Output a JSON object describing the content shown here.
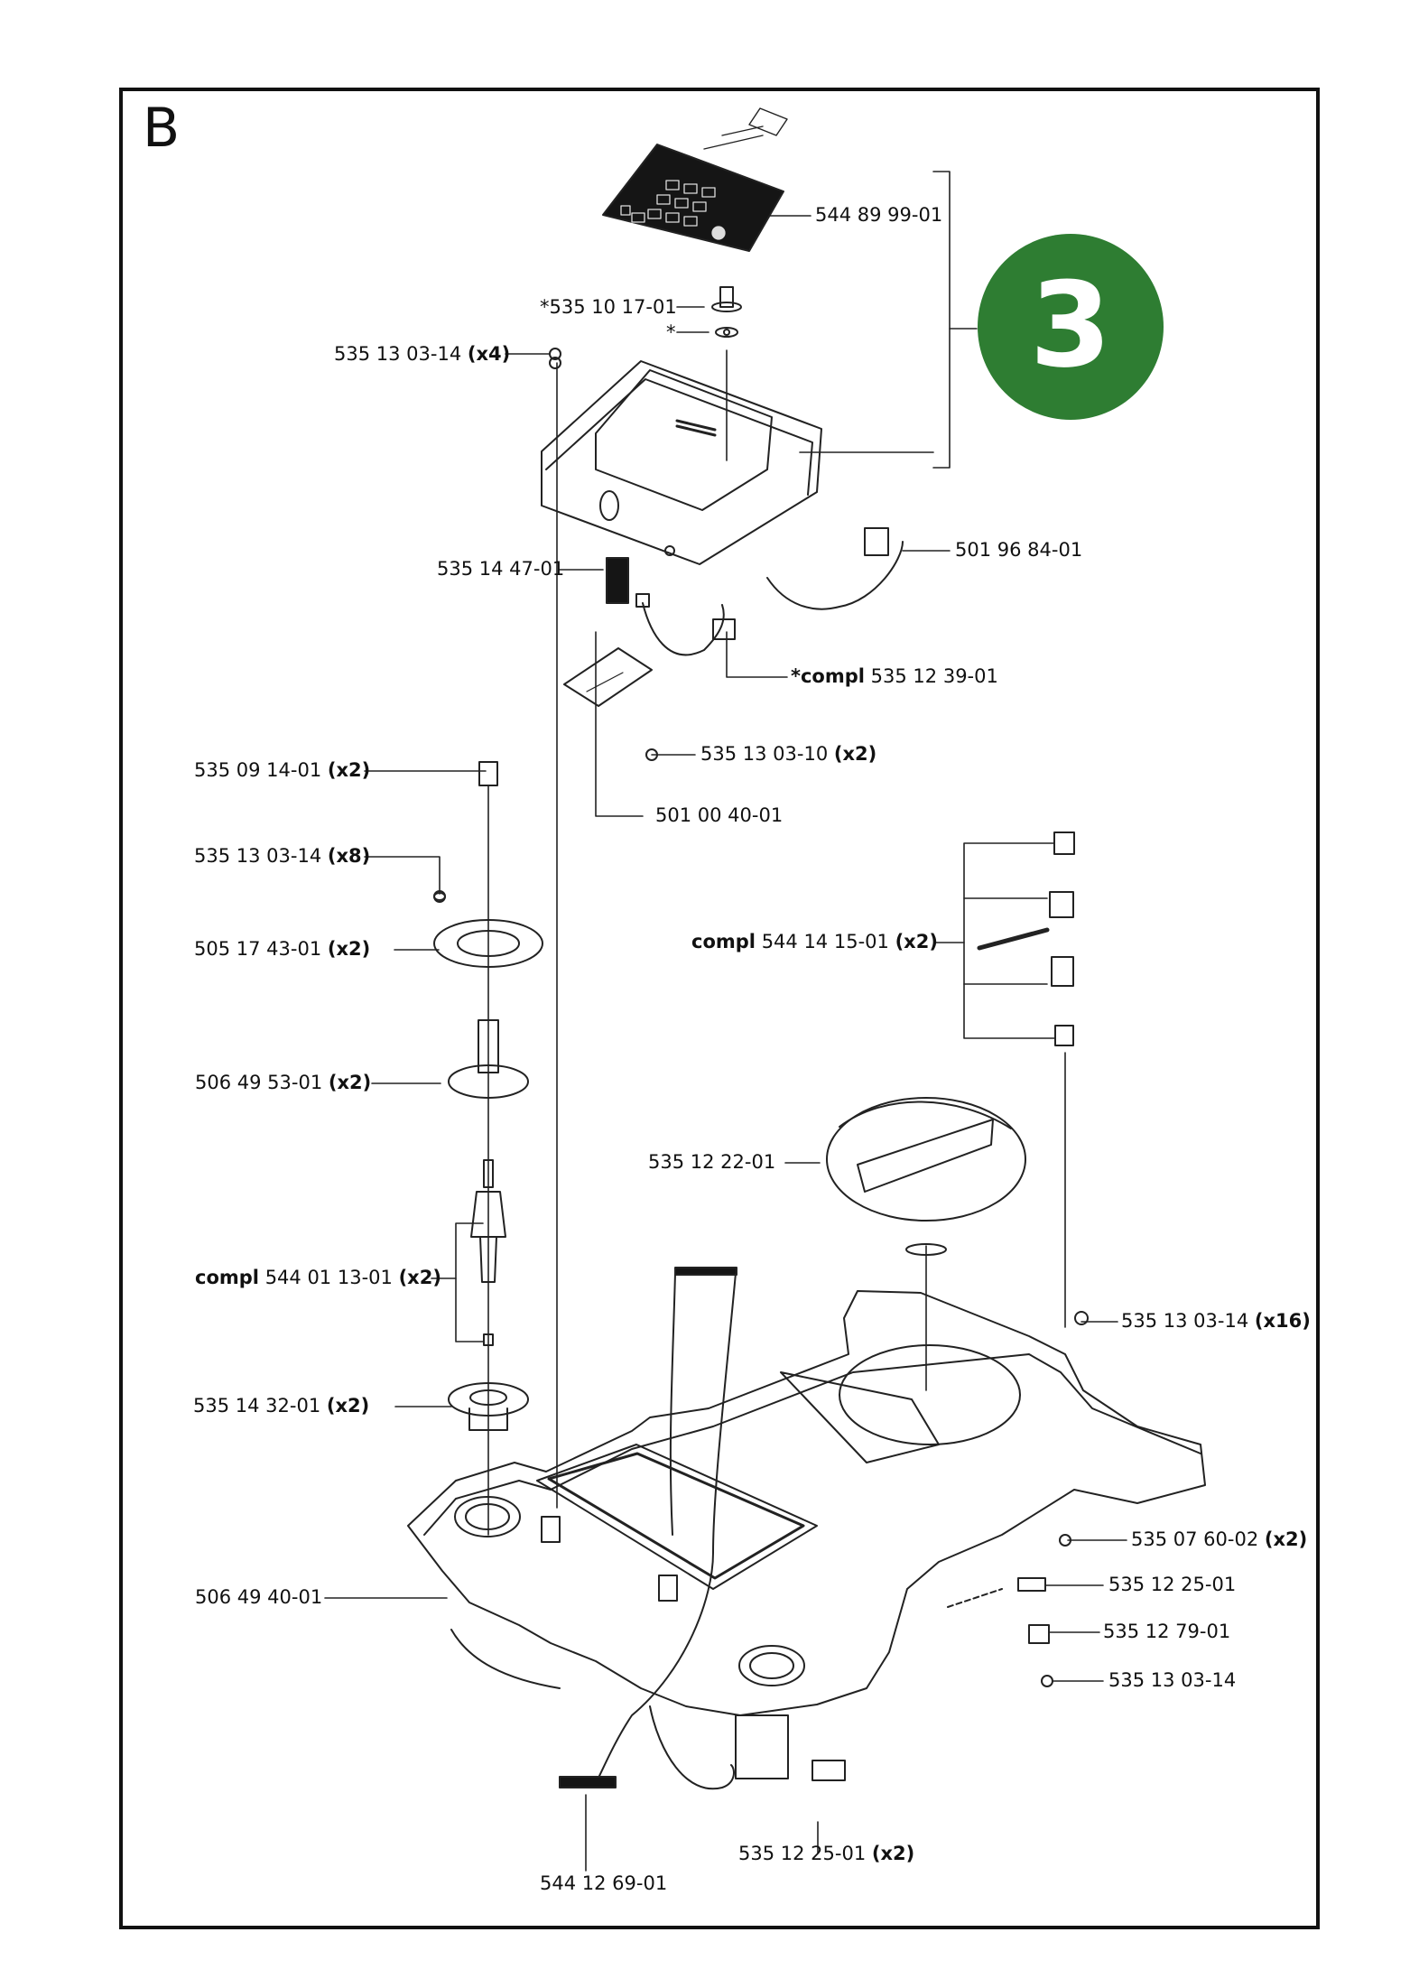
{
  "section_letter": "B",
  "page_number_badge": {
    "text": "3",
    "color": "#2e7d32"
  },
  "labels": [
    {
      "id": "kbd",
      "pre": "",
      "code": "544 89 99-01",
      "qty": ""
    },
    {
      "id": "peg",
      "pre": "",
      "code": "*535 10 17-01",
      "qty": ""
    },
    {
      "id": "star",
      "pre": "",
      "code": "*",
      "qty": ""
    },
    {
      "id": "screw-x4",
      "pre": "",
      "code": "535 13 03-14",
      "qty": "(x4)"
    },
    {
      "id": "lbl-147",
      "pre": "",
      "code": "535 14 47-01",
      "qty": ""
    },
    {
      "id": "lbl-501968",
      "pre": "",
      "code": "501 96 84-01",
      "qty": ""
    },
    {
      "id": "lbl-cable",
      "pre": "*compl",
      "code": "535 12 39-01",
      "qty": ""
    },
    {
      "id": "lbl-1310",
      "pre": "",
      "code": "535 13 03-10",
      "qty": "(x2)"
    },
    {
      "id": "lbl-board",
      "pre": "",
      "code": "501 00 40-01",
      "qty": ""
    },
    {
      "id": "lbl-0914",
      "pre": "",
      "code": "535 09 14-01",
      "qty": "(x2)"
    },
    {
      "id": "lbl-x8",
      "pre": "",
      "code": "535 13 03-14",
      "qty": "(x8)"
    },
    {
      "id": "lbl-1743",
      "pre": "",
      "code": "505 17 43-01",
      "qty": "(x2)"
    },
    {
      "id": "lbl-hinge",
      "pre": "compl",
      "code": "544 14 15-01",
      "qty": "(x2)"
    },
    {
      "id": "lbl-4953",
      "pre": "",
      "code": "506 49 53-01",
      "qty": "(x2)"
    },
    {
      "id": "lbl-2201",
      "pre": "",
      "code": "535 12 22-01",
      "qty": ""
    },
    {
      "id": "lbl-sensor",
      "pre": "compl",
      "code": "544 01 13-01",
      "qty": "(x2)"
    },
    {
      "id": "lbl-x16",
      "pre": "",
      "code": "535 13 03-14",
      "qty": "(x16)"
    },
    {
      "id": "lbl-3201",
      "pre": "",
      "code": "535 14 32-01",
      "qty": "(x2)"
    },
    {
      "id": "lbl-6002",
      "pre": "",
      "code": "535 07 60-02",
      "qty": "(x2)"
    },
    {
      "id": "lbl-chassis",
      "pre": "",
      "code": "506 49 40-01",
      "qty": ""
    },
    {
      "id": "lbl-2501",
      "pre": "",
      "code": "535 12 25-01",
      "qty": ""
    },
    {
      "id": "lbl-7901",
      "pre": "",
      "code": "535 12 79-01",
      "qty": ""
    },
    {
      "id": "lbl-1314",
      "pre": "",
      "code": "535 13 03-14",
      "qty": ""
    },
    {
      "id": "lbl-2501x2",
      "pre": "",
      "code": "535 12 25-01",
      "qty": "(x2)"
    },
    {
      "id": "lbl-ribbon",
      "pre": "",
      "code": "544 12 69-01",
      "qty": ""
    }
  ]
}
